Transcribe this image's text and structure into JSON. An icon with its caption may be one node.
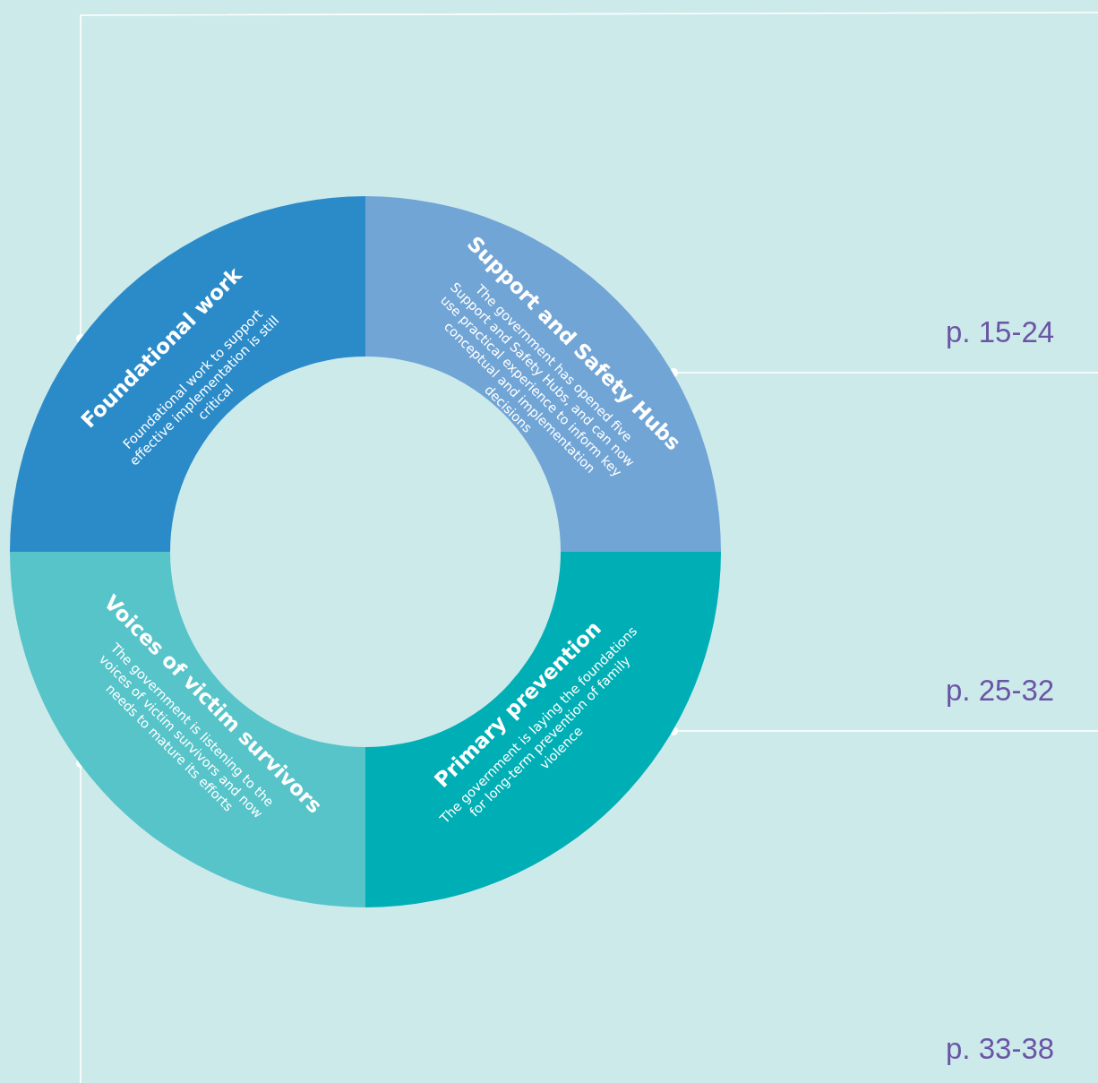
{
  "diagram": {
    "nodes": [
      {
        "text": [
          "Foundational work",
          "Foundational work to support effective implementation is still critical"
        ]
      },
      {
        "text": [
          "Support and Safety Hubs",
          "The government has opened five Support and Safety Hubs, and can now use practical experience to inform key conceptual and implementation decisions"
        ]
      },
      {
        "text": [
          "Voices of victim survivors",
          "The government is listening to the voices of victim survivors and now needs to mature its efforts"
        ]
      },
      {
        "text": [
          "Primary prevention",
          "The government is laying the foundations for long-term prevention of family violence"
        ]
      }
    ],
    "edges": [
      {
        "from": 0,
        "to": null,
        "arrow": "other"
      },
      {
        "from": 1,
        "to": null,
        "arrow": "other"
      },
      {
        "from": 3,
        "to": null,
        "arrow": "other"
      },
      {
        "from": 2,
        "to": null,
        "arrow": "other"
      }
    ],
    "labels": [
      "p. 15-24",
      "p. 25-32",
      "p. 33-38"
    ]
  }
}
